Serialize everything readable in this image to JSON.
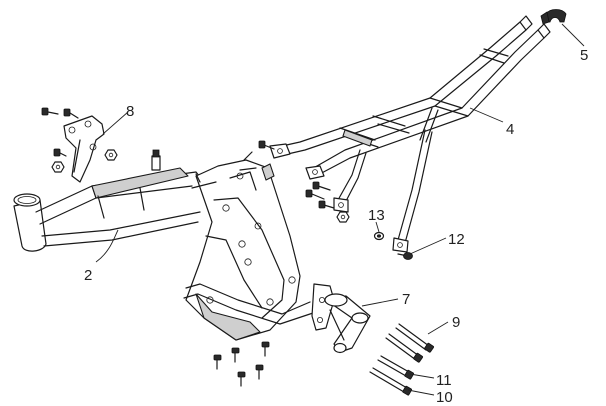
{
  "callouts": [
    {
      "id": "c2",
      "label": "2"
    },
    {
      "id": "c4",
      "label": "4"
    },
    {
      "id": "c5",
      "label": "5"
    },
    {
      "id": "c7",
      "label": "7"
    },
    {
      "id": "c8",
      "label": "8"
    },
    {
      "id": "c9",
      "label": "9"
    },
    {
      "id": "c10",
      "label": "10"
    },
    {
      "id": "c11",
      "label": "11"
    },
    {
      "id": "c12",
      "label": "12"
    },
    {
      "id": "c13",
      "label": "13"
    }
  ],
  "parts": {
    "p2": "main-frame",
    "p4": "rear-subframe",
    "p5": "subframe-end-clamp",
    "p7": "swingarm-bracket",
    "p8": "engine-mount-bracket",
    "p9": "long-bolt",
    "p10": "bolt",
    "p11": "bolt",
    "p12": "flange-bolt",
    "p13": "nut"
  }
}
